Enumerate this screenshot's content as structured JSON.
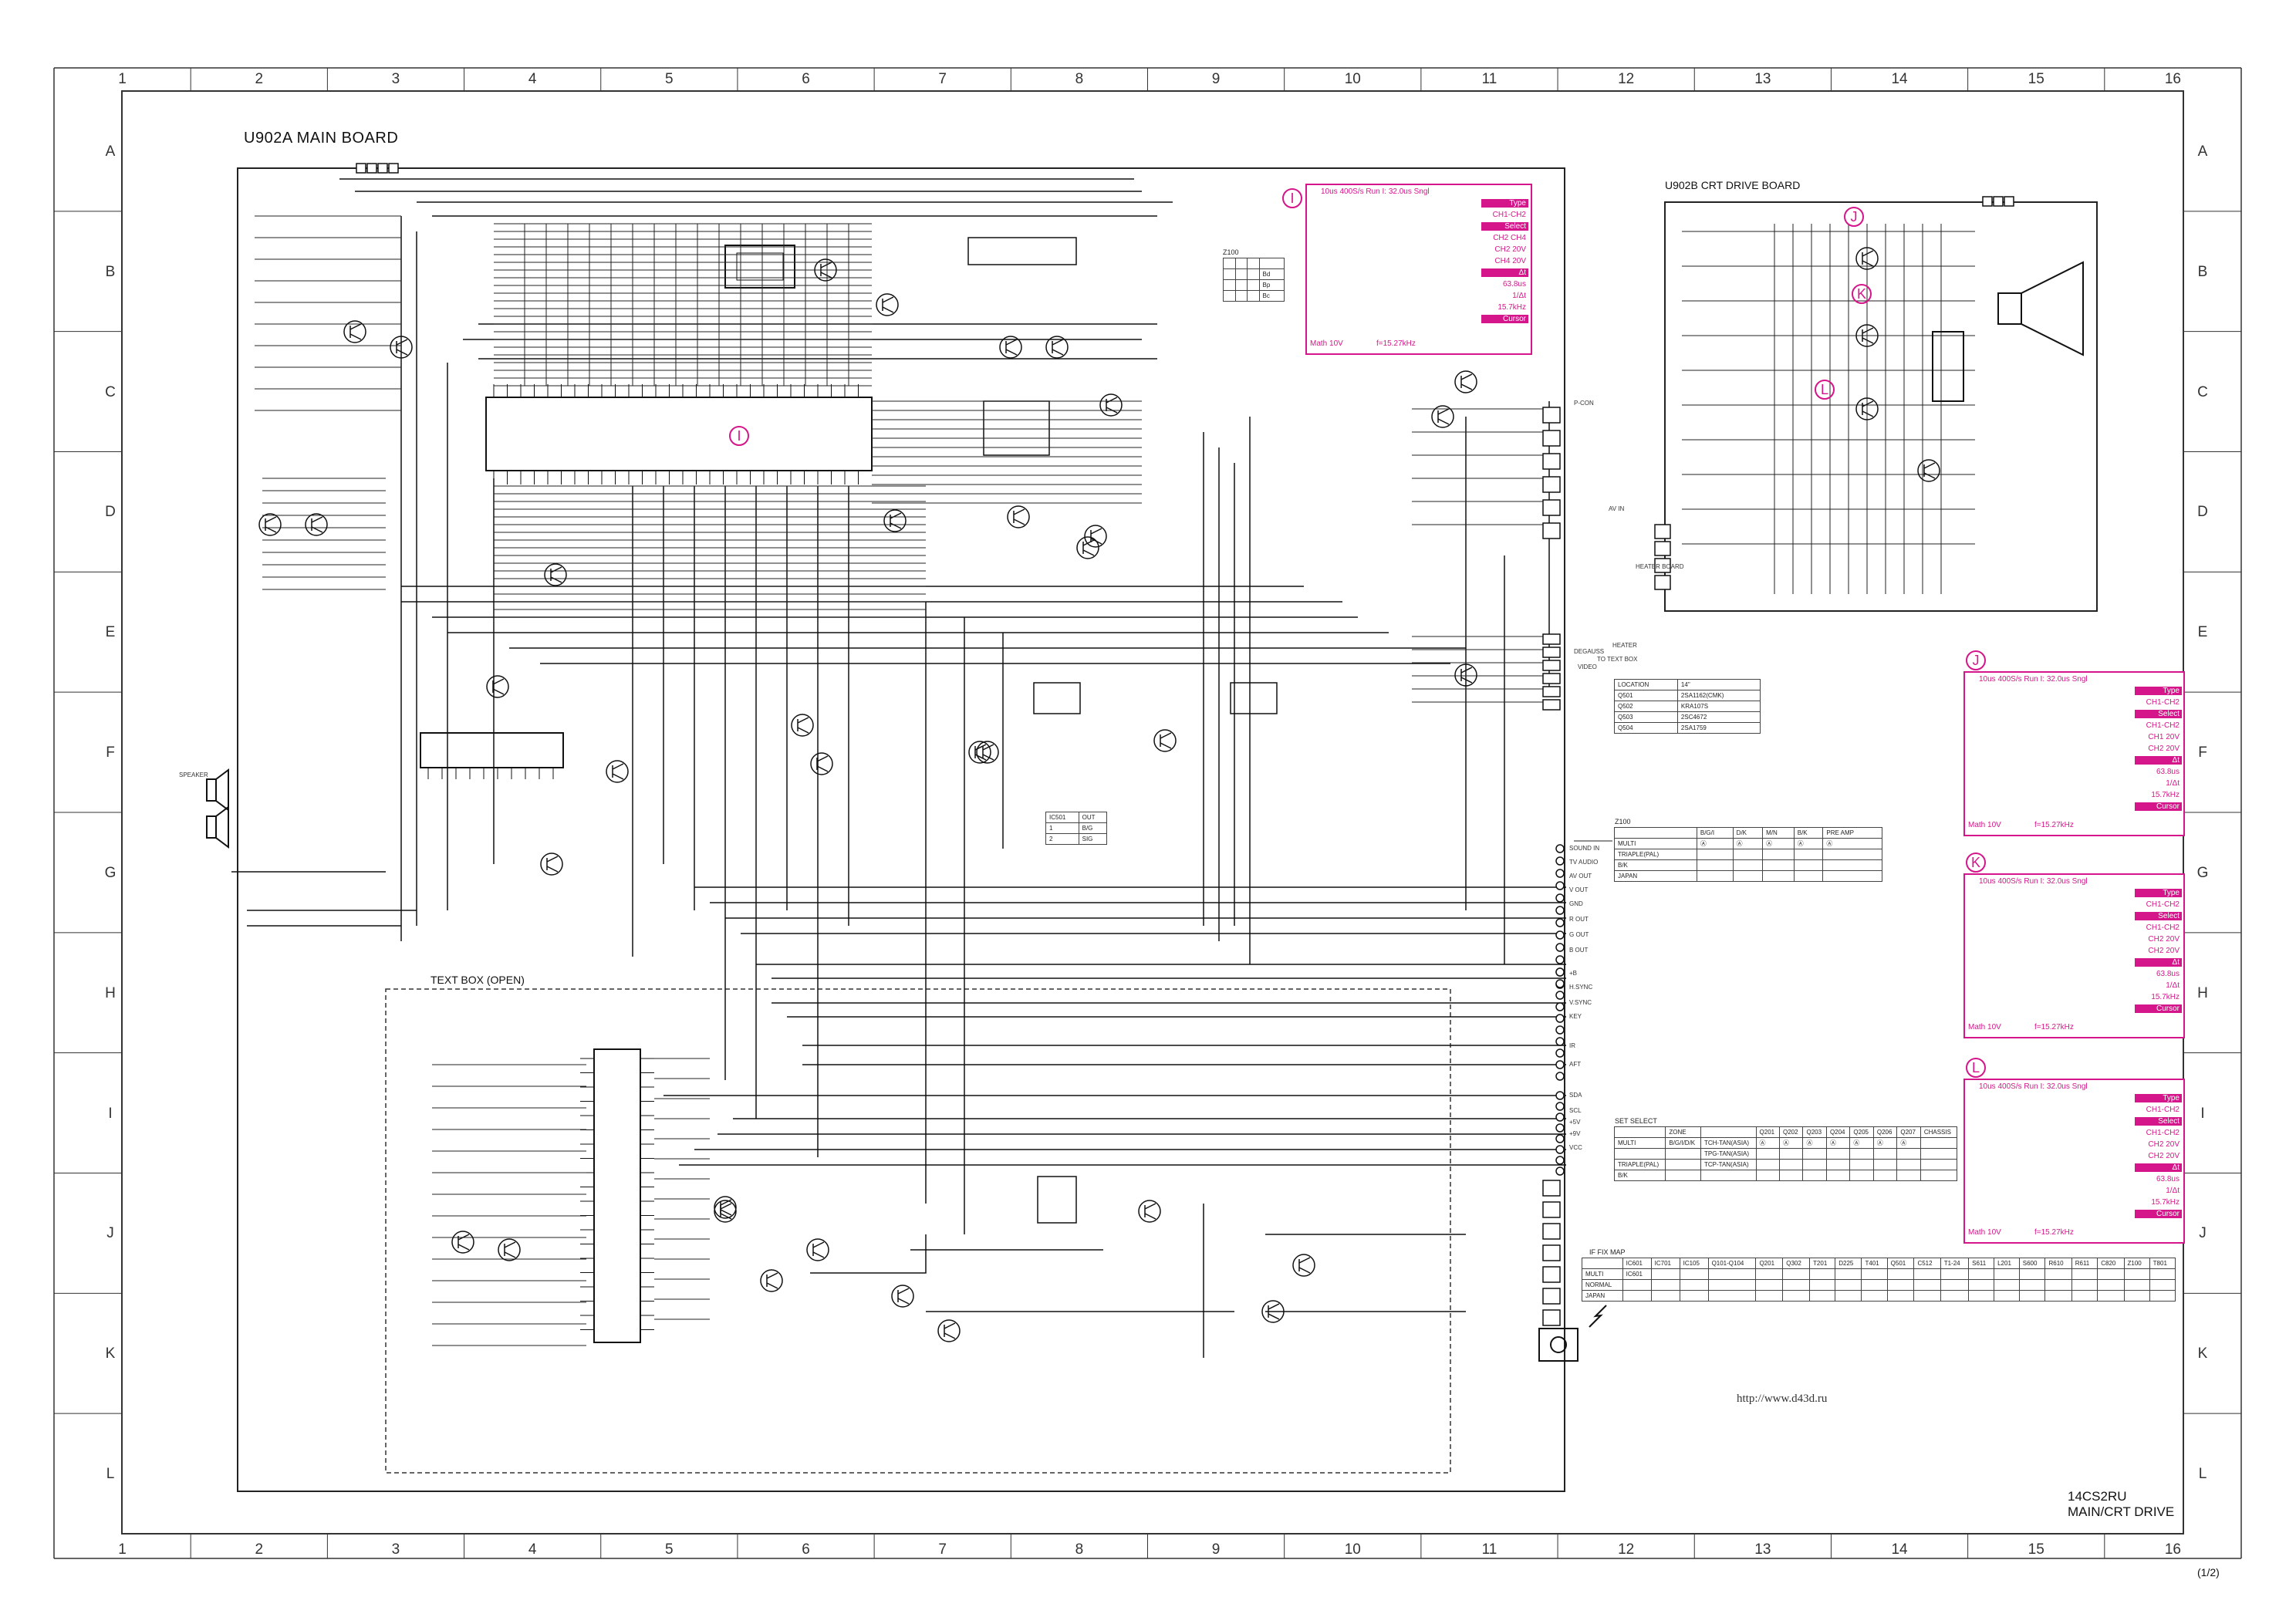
{
  "grid": {
    "columns": [
      "1",
      "2",
      "3",
      "4",
      "5",
      "6",
      "7",
      "8",
      "9",
      "10",
      "11",
      "12",
      "13",
      "14",
      "15",
      "16"
    ],
    "rows": [
      "A",
      "B",
      "C",
      "D",
      "E",
      "F",
      "G",
      "H",
      "I",
      "J",
      "K",
      "L"
    ]
  },
  "boards": {
    "main": "U902A MAIN BOARD",
    "crt": "U902B CRT DRIVE BOARD",
    "text_box": "TEXT BOX (OPEN)"
  },
  "ic_markers": {
    "main_ic": "I"
  },
  "waveforms": [
    {
      "marker": "I",
      "lines": [
        "10us 400S/s Run I: 32.0us Sngl",
        "Type",
        "CH1-CH2",
        "Select",
        "CH2 CH4",
        "CH2 20V",
        "CH4 20V",
        "Δt",
        "63.8us",
        "1/Δt",
        "15.7kHz",
        "Cursor"
      ],
      "footer": "Math 10V",
      "freq": "f=15.27kHz"
    },
    {
      "marker": "J",
      "lines": [
        "10us 400S/s Run I: 32.0us Sngl",
        "Type",
        "CH1-CH2",
        "Select",
        "CH1-CH2",
        "CH1 20V",
        "CH2 20V",
        "Δt",
        "63.8us",
        "1/Δt",
        "15.7kHz",
        "Cursor"
      ],
      "footer": "Math 10V",
      "freq": "f=15.27kHz"
    },
    {
      "marker": "K",
      "lines": [
        "10us 400S/s Run I: 32.0us Sngl",
        "Type",
        "CH1-CH2",
        "Select",
        "CH1-CH2",
        "CH2 20V",
        "CH2 20V",
        "Δt",
        "63.8us",
        "1/Δt",
        "15.7kHz",
        "Cursor"
      ],
      "footer": "Math 10V",
      "freq": "f=15.27kHz"
    },
    {
      "marker": "L",
      "lines": [
        "10us 400S/s Run I: 32.0us Sngl",
        "Type",
        "CH1-CH2",
        "Select",
        "CH1-CH2",
        "CH2 20V",
        "CH2 20V",
        "Δt",
        "63.8us",
        "1/Δt",
        "15.7kHz",
        "Cursor"
      ],
      "footer": "Math 10V",
      "freq": "f=15.27kHz"
    }
  ],
  "tables": {
    "location": {
      "headers": [
        "LOCATION",
        "14\""
      ],
      "rows": [
        [
          "Q501",
          "2SA1162(CMK)"
        ],
        [
          "Q502",
          "KRA107S"
        ],
        [
          "Q503",
          "2SC4672"
        ],
        [
          "Q504",
          "2SA1759"
        ]
      ]
    },
    "z100": {
      "title": "Z100",
      "headers": [
        "",
        "B/G/I",
        "D/K",
        "M/N",
        "B/K",
        "PRE AMP"
      ],
      "rows": [
        [
          "MULTI",
          "Ⓐ",
          "Ⓐ",
          "Ⓐ",
          "Ⓐ",
          "Ⓐ"
        ],
        [
          "TRIAPLE(PAL)",
          "",
          "",
          "",
          "",
          ""
        ],
        [
          "B/K",
          "",
          "",
          "",
          "",
          " "
        ],
        [
          "JAPAN",
          "",
          "",
          "",
          "",
          ""
        ]
      ]
    },
    "ic501_small": {
      "headers": [
        "IC501",
        "OUT"
      ],
      "rows": [
        [
          "1",
          "B/G"
        ],
        [
          "2",
          "SIG"
        ]
      ]
    },
    "set_select": {
      "title": "SET SELECT",
      "headers": [
        "",
        "ZONE",
        "",
        "Q201",
        "Q202",
        "Q203",
        "Q204",
        "Q205",
        "Q206",
        "Q207",
        "CHASSIS"
      ],
      "rows": [
        [
          "MULTI",
          "B/G/I/D/K",
          "TCH-TAN(ASIA)",
          "Ⓐ",
          "Ⓐ",
          "Ⓐ",
          "Ⓐ",
          "Ⓐ",
          "Ⓐ",
          "Ⓐ",
          ""
        ],
        [
          "",
          "",
          "TPG-TAN(ASIA)",
          "",
          "",
          "",
          "",
          "",
          "",
          "",
          ""
        ],
        [
          "TRIAPLE(PAL)",
          "",
          "TCP-TAN(ASIA)",
          "",
          "",
          "",
          "",
          "",
          "",
          "",
          ""
        ],
        [
          "B/K",
          "",
          "",
          "",
          "",
          "",
          "",
          "",
          "",
          "",
          ""
        ]
      ]
    },
    "ic_z100_small": {
      "title": "Z100",
      "headers": [
        "",
        "",
        "",
        ""
      ],
      "rows": [
        [
          "",
          "",
          "",
          "Bd"
        ],
        [
          "",
          "",
          "",
          "Bp"
        ],
        [
          "",
          "",
          "",
          "Bc"
        ]
      ]
    },
    "ic_map": {
      "title": "IF FIX MAP",
      "headers": [
        "",
        "IC601",
        "IC701",
        "IC105",
        "Q101-Q104",
        "Q201",
        "Q302",
        "T201",
        "D225",
        "T401",
        "Q501",
        "C512",
        "T1-24",
        "S611",
        "L201",
        "S600",
        "R610",
        "R611",
        "C820",
        "Z100",
        "T801"
      ],
      "rows": [
        [
          "MULTI",
          "IC601",
          "",
          "",
          "",
          "",
          "",
          "",
          "",
          "",
          "",
          "",
          "",
          "",
          "",
          "",
          "",
          "",
          "",
          "",
          ""
        ],
        [
          "NORMAL",
          "",
          "",
          "",
          "",
          "",
          "",
          "",
          "",
          "",
          "",
          "",
          "",
          "",
          "",
          "",
          "",
          "",
          "",
          "",
          ""
        ],
        [
          "JAPAN",
          "",
          "",
          "",
          "",
          "",
          "",
          "",
          "",
          "",
          "",
          "",
          "",
          "",
          "",
          "",
          "",
          "",
          "",
          "",
          ""
        ]
      ]
    }
  },
  "footer": {
    "url": "http://www.d43d.ru",
    "model": "14CS2RU",
    "subtitle": "MAIN/CRT DRIVE",
    "page": "(1/2)"
  },
  "annotations": {
    "net_labels": [
      "SOUND IN",
      "TV AUDIO",
      "AV OUT",
      "V OUT",
      "GND",
      "R OUT",
      "G OUT",
      "B OUT",
      "+B",
      "H.SYNC",
      "V.SYNC",
      "KEY",
      "IR",
      "AFT",
      "SDA",
      "SCL",
      "+5V",
      "+9V",
      "VCC"
    ],
    "misc_labels": [
      "SPEAKER",
      "P-CON",
      "AV IN",
      "DEGAUSS",
      "VIDEO",
      "HEATER",
      "HEATER BOARD",
      "TO TEXT BOX"
    ]
  }
}
